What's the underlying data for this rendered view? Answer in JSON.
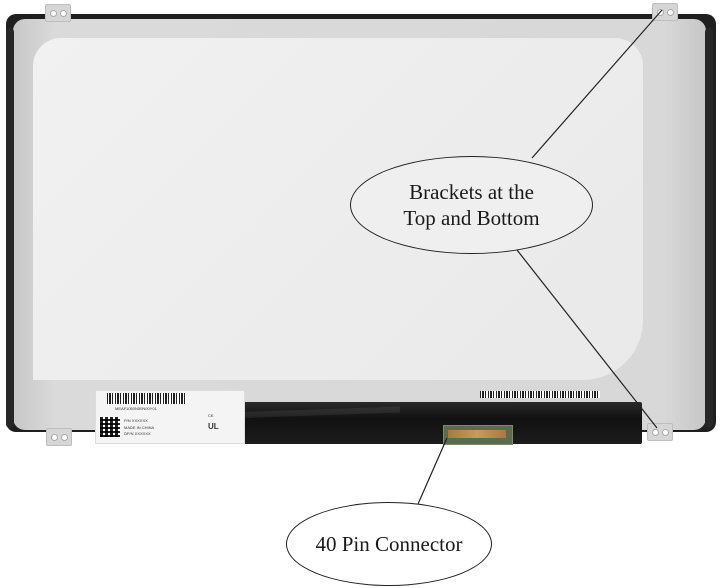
{
  "image": {
    "subject": "laptop LCD display panel",
    "callouts": [
      {
        "id": "brackets",
        "lines": [
          "Brackets at the",
          "Top and Bottom"
        ]
      },
      {
        "id": "connector",
        "lines": [
          "40 Pin Connector"
        ]
      }
    ],
    "label": {
      "lines": [
        "MEAF1050N50N00Y01",
        "P/N XXXXXX",
        "MADE IN CHINA",
        "DP/N XXXXXX"
      ],
      "marks": [
        "UL",
        "CE"
      ]
    },
    "colors": {
      "frame": "#1f1f1f",
      "bezel": "#d4d4d4",
      "screen": "#eeeeee",
      "pcb": "#151515",
      "connector": "#5c6b4e",
      "callout_stroke": "#222222"
    }
  }
}
